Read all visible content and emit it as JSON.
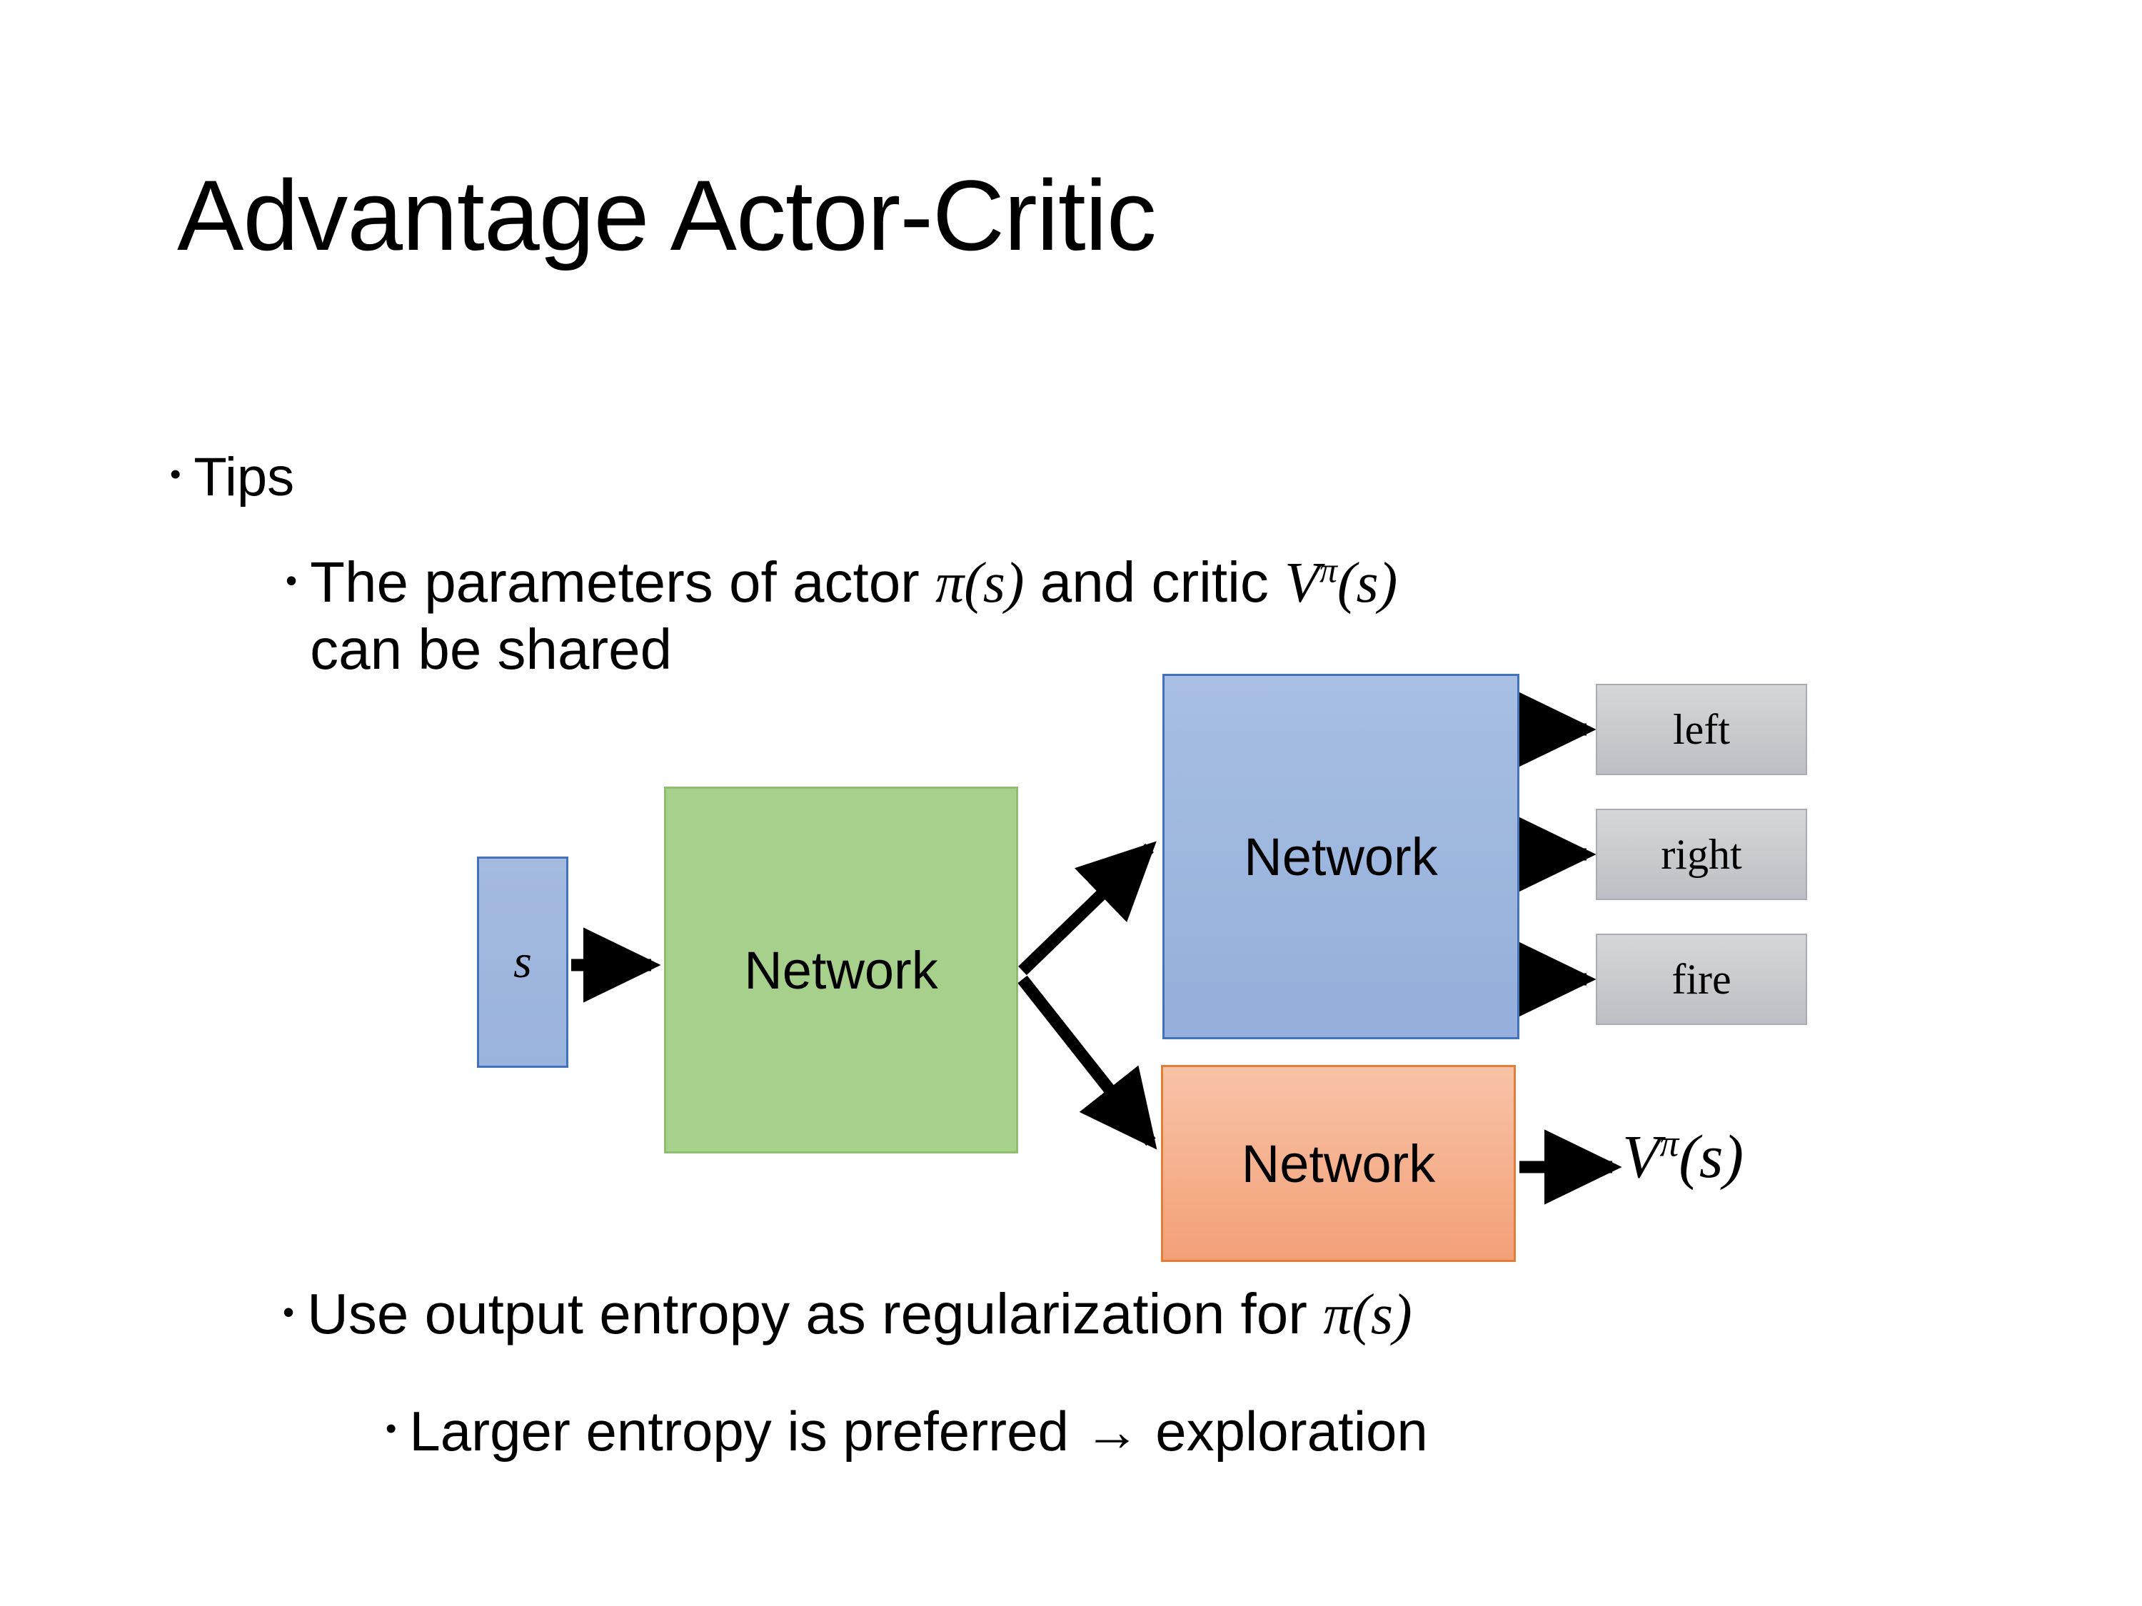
{
  "slide": {
    "title": "Advantage Actor-Critic",
    "background_color": "#ffffff"
  },
  "bullets": {
    "tips": {
      "marker": "•",
      "text": "Tips"
    },
    "parameters": {
      "marker": "•",
      "text_part1": "The parameters of actor ",
      "math_actor_pi": "π",
      "math_actor_args": "(",
      "math_actor_s": "s",
      "math_actor_close": ")",
      "text_part2": "  and critic ",
      "math_critic_V": "V",
      "math_critic_sup": "π",
      "math_critic_open": "(",
      "math_critic_s": "s",
      "math_critic_close": ")",
      "text_line2": "can be shared"
    },
    "entropy": {
      "marker": "•",
      "text_part1": "Use output entropy as regularization for ",
      "math_pi": "π",
      "math_open": "(",
      "math_s": "s",
      "math_close": ")"
    },
    "exploration": {
      "marker": "•",
      "text": "Larger entropy is preferred → exploration"
    }
  },
  "diagram": {
    "state_box": {
      "label": "s",
      "fill": "#9ab3dd",
      "border": "#4472b8"
    },
    "shared_network_box": {
      "label": "Network",
      "fill": "#a6d08b",
      "border": "#8fbd72"
    },
    "actor_network_box": {
      "label": "Network",
      "fill": "#94afdb",
      "border": "#4472b8"
    },
    "critic_network_box": {
      "label": "Network",
      "fill": "#f3a078",
      "border": "#e07e3a"
    },
    "action_boxes": [
      {
        "label": "left",
        "fill": "#c8cbcf"
      },
      {
        "label": "right",
        "fill": "#c8cbcf"
      },
      {
        "label": "fire",
        "fill": "#c8cbcf"
      }
    ],
    "critic_output": {
      "V": "V",
      "sup": "π",
      "open": "(",
      "s": "s",
      "close": ")"
    },
    "arrow_color": "#000000"
  }
}
